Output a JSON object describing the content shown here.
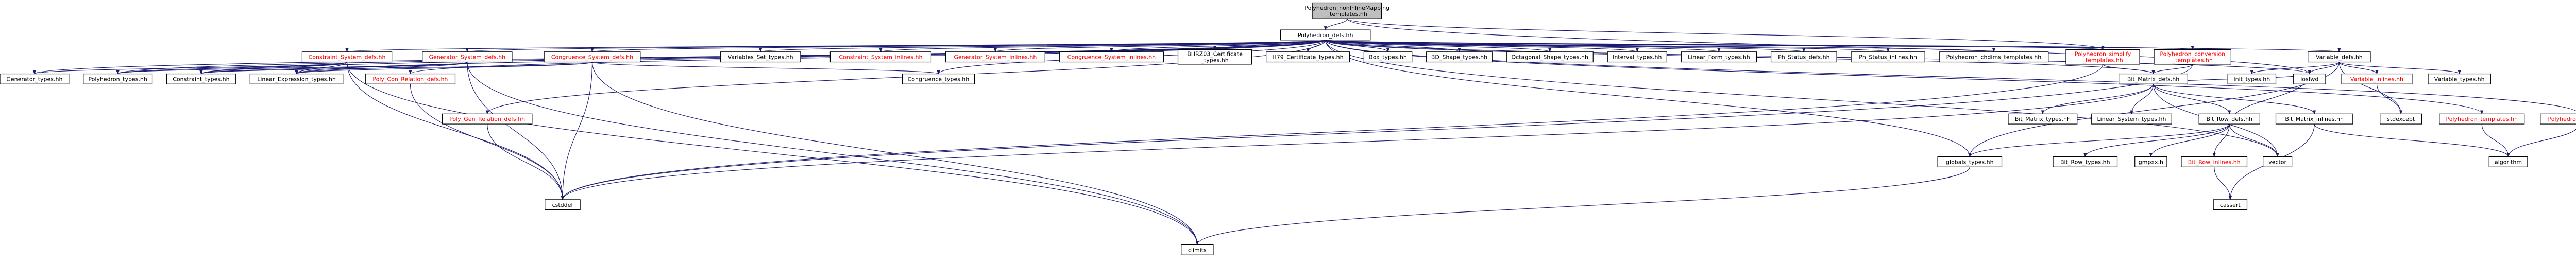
{
  "colors": {
    "root_fill": "#bfbfbf",
    "node_fill": "#ffffff",
    "text_normal": "#000000",
    "text_link_red": "#ff0000",
    "edge": "#191970"
  },
  "nodes": [
    {
      "id": "root",
      "lines": [
        "Polyhedron_nonInlineMapping",
        "_templates.hh"
      ],
      "style": "root"
    },
    {
      "id": "defs",
      "lines": [
        "Polyhedron_defs.hh"
      ],
      "style": "black"
    },
    {
      "id": "cs_defs",
      "lines": [
        "Constraint_System_defs.hh"
      ],
      "style": "red"
    },
    {
      "id": "gs_defs",
      "lines": [
        "Generator_System_defs.hh"
      ],
      "style": "red"
    },
    {
      "id": "congs_defs",
      "lines": [
        "Congruence_System_defs.hh"
      ],
      "style": "red"
    },
    {
      "id": "vars_set",
      "lines": [
        "Variables_Set_types.hh"
      ],
      "style": "black"
    },
    {
      "id": "cs_inl",
      "lines": [
        "Constraint_System_inlines.hh"
      ],
      "style": "red"
    },
    {
      "id": "gs_inl",
      "lines": [
        "Generator_System_inlines.hh"
      ],
      "style": "red"
    },
    {
      "id": "congs_inl",
      "lines": [
        "Congruence_System_inlines.hh"
      ],
      "style": "red"
    },
    {
      "id": "bhrz",
      "lines": [
        "BHRZ03_Certificate",
        "_types.hh"
      ],
      "style": "black"
    },
    {
      "id": "h79",
      "lines": [
        "H79_Certificate_types.hh"
      ],
      "style": "black"
    },
    {
      "id": "box",
      "lines": [
        "Box_types.hh"
      ],
      "style": "black"
    },
    {
      "id": "bd",
      "lines": [
        "BD_Shape_types.hh"
      ],
      "style": "black"
    },
    {
      "id": "oct",
      "lines": [
        "Octagonal_Shape_types.hh"
      ],
      "style": "black"
    },
    {
      "id": "interval",
      "lines": [
        "Interval_types.hh"
      ],
      "style": "black"
    },
    {
      "id": "linform",
      "lines": [
        "Linear_Form_types.hh"
      ],
      "style": "black"
    },
    {
      "id": "pstatus",
      "lines": [
        "Ph_Status_defs.hh"
      ],
      "style": "black"
    },
    {
      "id": "pstatus_inl",
      "lines": [
        "Ph_Status_inlines.hh"
      ],
      "style": "black"
    },
    {
      "id": "chdims",
      "lines": [
        "Polyhedron_chdims_templates.hh"
      ],
      "style": "black"
    },
    {
      "id": "simplify",
      "lines": [
        "Polyhedron_simplify",
        "_templates.hh"
      ],
      "style": "red"
    },
    {
      "id": "conversion",
      "lines": [
        "Polyhedron_conversion",
        "_templates.hh"
      ],
      "style": "red"
    },
    {
      "id": "var_defs",
      "lines": [
        "Variable_defs.hh"
      ],
      "style": "black"
    },
    {
      "id": "gen_types",
      "lines": [
        "Generator_types.hh"
      ],
      "style": "black"
    },
    {
      "id": "poly_types",
      "lines": [
        "Polyhedron_types.hh"
      ],
      "style": "black"
    },
    {
      "id": "con_types",
      "lines": [
        "Constraint_types.hh"
      ],
      "style": "black"
    },
    {
      "id": "linexp_types",
      "lines": [
        "Linear_Expression_types.hh"
      ],
      "style": "black"
    },
    {
      "id": "polycon",
      "lines": [
        "Poly_Con_Relation_defs.hh"
      ],
      "style": "red"
    },
    {
      "id": "cong_types",
      "lines": [
        "Congruence_types.hh"
      ],
      "style": "black"
    },
    {
      "id": "polygen",
      "lines": [
        "Poly_Gen_Relation_defs.hh"
      ],
      "style": "red"
    },
    {
      "id": "bitmat",
      "lines": [
        "Bit_Matrix_defs.hh"
      ],
      "style": "black"
    },
    {
      "id": "init_types",
      "lines": [
        "Init_types.hh"
      ],
      "style": "black"
    },
    {
      "id": "iosfwd",
      "lines": [
        "iosfwd"
      ],
      "style": "black"
    },
    {
      "id": "var_inl",
      "lines": [
        "Variable_inlines.hh"
      ],
      "style": "red"
    },
    {
      "id": "var_types",
      "lines": [
        "Variable_types.hh"
      ],
      "style": "black"
    },
    {
      "id": "bm_types",
      "lines": [
        "Bit_Matrix_types.hh"
      ],
      "style": "black"
    },
    {
      "id": "linsys_types",
      "lines": [
        "Linear_System_types.hh"
      ],
      "style": "black"
    },
    {
      "id": "bitrow",
      "lines": [
        "Bit_Row_defs.hh"
      ],
      "style": "black"
    },
    {
      "id": "bm_inl",
      "lines": [
        "Bit_Matrix_inlines.hh"
      ],
      "style": "black"
    },
    {
      "id": "stdexcept",
      "lines": [
        "stdexcept"
      ],
      "style": "black"
    },
    {
      "id": "poly_tmpl",
      "lines": [
        "Polyhedron_templates.hh"
      ],
      "style": "red"
    },
    {
      "id": "poly_inl",
      "lines": [
        "Polyhedron_inlines.hh"
      ],
      "style": "red"
    },
    {
      "id": "globals",
      "lines": [
        "globals_types.hh"
      ],
      "style": "black"
    },
    {
      "id": "br_types",
      "lines": [
        "Bit_Row_types.hh"
      ],
      "style": "black"
    },
    {
      "id": "gmpxx",
      "lines": [
        "gmpxx.h"
      ],
      "style": "black"
    },
    {
      "id": "br_inl",
      "lines": [
        "Bit_Row_inlines.hh"
      ],
      "style": "red"
    },
    {
      "id": "vector",
      "lines": [
        "vector"
      ],
      "style": "black"
    },
    {
      "id": "algorithm",
      "lines": [
        "algorithm"
      ],
      "style": "black"
    },
    {
      "id": "cstddef",
      "lines": [
        "cstddef"
      ],
      "style": "black"
    },
    {
      "id": "cassert",
      "lines": [
        "cassert"
      ],
      "style": "black"
    },
    {
      "id": "climits",
      "lines": [
        "climits"
      ],
      "style": "black"
    }
  ],
  "edges": [
    [
      "root",
      "defs"
    ],
    [
      "root",
      "simplify"
    ],
    [
      "root",
      "iosfwd"
    ],
    [
      "defs",
      "cs_defs"
    ],
    [
      "defs",
      "gs_defs"
    ],
    [
      "defs",
      "congs_defs"
    ],
    [
      "defs",
      "vars_set"
    ],
    [
      "defs",
      "cs_inl"
    ],
    [
      "defs",
      "gs_inl"
    ],
    [
      "defs",
      "congs_inl"
    ],
    [
      "defs",
      "bhrz"
    ],
    [
      "defs",
      "h79"
    ],
    [
      "defs",
      "box"
    ],
    [
      "defs",
      "bd"
    ],
    [
      "defs",
      "oct"
    ],
    [
      "defs",
      "interval"
    ],
    [
      "defs",
      "linform"
    ],
    [
      "defs",
      "pstatus"
    ],
    [
      "defs",
      "pstatus_inl"
    ],
    [
      "defs",
      "chdims"
    ],
    [
      "defs",
      "simplify"
    ],
    [
      "defs",
      "conversion"
    ],
    [
      "defs",
      "var_defs"
    ],
    [
      "defs",
      "gen_types"
    ],
    [
      "defs",
      "poly_types"
    ],
    [
      "defs",
      "con_types"
    ],
    [
      "defs",
      "linexp_types"
    ],
    [
      "defs",
      "polycon"
    ],
    [
      "defs",
      "cong_types"
    ],
    [
      "defs",
      "polygen"
    ],
    [
      "defs",
      "bitmat"
    ],
    [
      "defs",
      "globals"
    ],
    [
      "defs",
      "poly_tmpl"
    ],
    [
      "defs",
      "poly_inl"
    ],
    [
      "defs",
      "vector"
    ],
    [
      "defs",
      "iosfwd"
    ],
    [
      "cs_defs",
      "gen_types"
    ],
    [
      "cs_defs",
      "poly_types"
    ],
    [
      "cs_defs",
      "con_types"
    ],
    [
      "cs_defs",
      "linexp_types"
    ],
    [
      "cs_defs",
      "cstddef"
    ],
    [
      "cs_defs",
      "climits"
    ],
    [
      "gs_defs",
      "poly_types"
    ],
    [
      "gs_defs",
      "con_types"
    ],
    [
      "gs_defs",
      "linexp_types"
    ],
    [
      "gs_defs",
      "cstddef"
    ],
    [
      "gs_defs",
      "climits"
    ],
    [
      "congs_defs",
      "con_types"
    ],
    [
      "congs_defs",
      "linexp_types"
    ],
    [
      "congs_defs",
      "cong_types"
    ],
    [
      "congs_defs",
      "cstddef"
    ],
    [
      "congs_defs",
      "climits"
    ],
    [
      "polycon",
      "cstddef"
    ],
    [
      "polygen",
      "cstddef"
    ],
    [
      "simplify",
      "bitmat"
    ],
    [
      "simplify",
      "cstddef"
    ],
    [
      "conversion",
      "bitmat"
    ],
    [
      "conversion",
      "cstddef"
    ],
    [
      "bitmat",
      "bm_types"
    ],
    [
      "bitmat",
      "linsys_types"
    ],
    [
      "bitmat",
      "bitrow"
    ],
    [
      "bitmat",
      "bm_inl"
    ],
    [
      "bitmat",
      "cstddef"
    ],
    [
      "bitmat",
      "vector"
    ],
    [
      "bitmat",
      "iosfwd"
    ],
    [
      "bitrow",
      "globals"
    ],
    [
      "bitrow",
      "br_types"
    ],
    [
      "bitrow",
      "gmpxx"
    ],
    [
      "bitrow",
      "br_inl"
    ],
    [
      "bitrow",
      "vector"
    ],
    [
      "bitrow",
      "iosfwd"
    ],
    [
      "bm_inl",
      "algorithm"
    ],
    [
      "bm_inl",
      "cassert"
    ],
    [
      "br_inl",
      "cassert"
    ],
    [
      "globals",
      "climits"
    ],
    [
      "var_defs",
      "init_types"
    ],
    [
      "var_defs",
      "iosfwd"
    ],
    [
      "var_defs",
      "var_inl"
    ],
    [
      "var_defs",
      "var_types"
    ],
    [
      "var_defs",
      "globals"
    ],
    [
      "var_defs",
      "stdexcept"
    ],
    [
      "var_inl",
      "stdexcept"
    ],
    [
      "poly_tmpl",
      "algorithm"
    ],
    [
      "poly_inl",
      "algorithm"
    ]
  ]
}
